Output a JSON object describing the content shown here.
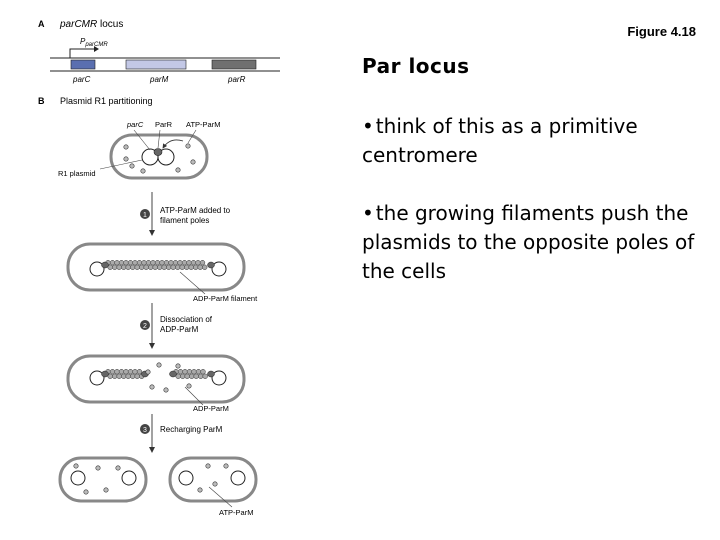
{
  "figure": {
    "figure_number": "Figure 4.18",
    "panel_a": {
      "letter": "A",
      "title_italic": "parCMR",
      "title_rest": " locus",
      "promoter_label": "P",
      "promoter_sub": "parCMR",
      "genes": [
        "parC",
        "parM",
        "parR"
      ],
      "colors": {
        "parC": "#5a6fb0",
        "parM": "#c3c8e6",
        "parR": "#707070"
      }
    },
    "panel_b": {
      "letter": "B",
      "title": "Plasmid R1 partitioning",
      "top_labels": {
        "parC": "parC",
        "parR": "ParR",
        "atp": "ATP-ParM"
      },
      "plasmid_label": "R1 plasmid",
      "steps": [
        {
          "number": "1",
          "text_line1": "ATP-ParM added to",
          "text_line2": "filament poles"
        },
        {
          "number": "2",
          "text_line1": "Dissociation of",
          "text_line2": "ADP-ParM"
        },
        {
          "number": "3",
          "text_line1": "Recharging ParM",
          "text_line2": ""
        }
      ],
      "filament_label": "ADP-ParM filament",
      "adp_label": "ADP-ParM",
      "atp_bottom_label": "ATP-ParM"
    }
  },
  "slide": {
    "title": "Par locus",
    "bullets": [
      "think of this as a primitive centromere",
      "the growing filaments push the plasmids to the opposite poles of the cells"
    ]
  }
}
